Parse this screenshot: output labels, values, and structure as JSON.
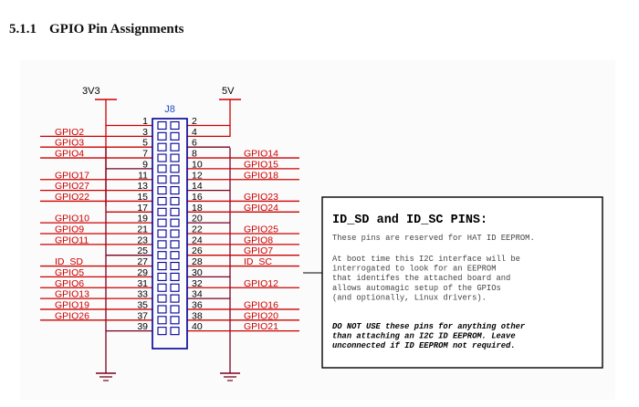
{
  "heading": {
    "number": "5.1.1",
    "title": "GPIO Pin Assignments"
  },
  "schematic": {
    "connector_ref": "J8",
    "left_power": "3V3",
    "right_power": "5V",
    "rows": [
      {
        "lp": "1",
        "rp": "2",
        "ls": "",
        "rs": ""
      },
      {
        "lp": "3",
        "rp": "4",
        "ls": "GPIO2",
        "rs": ""
      },
      {
        "lp": "5",
        "rp": "6",
        "ls": "GPIO3",
        "rs": ""
      },
      {
        "lp": "7",
        "rp": "8",
        "ls": "GPIO4",
        "rs": "GPIO14"
      },
      {
        "lp": "9",
        "rp": "10",
        "ls": "",
        "rs": "GPIO15"
      },
      {
        "lp": "11",
        "rp": "12",
        "ls": "GPIO17",
        "rs": "GPIO18"
      },
      {
        "lp": "13",
        "rp": "14",
        "ls": "GPIO27",
        "rs": ""
      },
      {
        "lp": "15",
        "rp": "16",
        "ls": "GPIO22",
        "rs": "GPIO23"
      },
      {
        "lp": "17",
        "rp": "18",
        "ls": "",
        "rs": "GPIO24"
      },
      {
        "lp": "19",
        "rp": "20",
        "ls": "GPIO10",
        "rs": ""
      },
      {
        "lp": "21",
        "rp": "22",
        "ls": "GPIO9",
        "rs": "GPIO25"
      },
      {
        "lp": "23",
        "rp": "24",
        "ls": "GPIO11",
        "rs": "GPIO8"
      },
      {
        "lp": "25",
        "rp": "26",
        "ls": "",
        "rs": "GPIO7"
      },
      {
        "lp": "27",
        "rp": "28",
        "ls": "ID_SD",
        "rs": "ID_SC"
      },
      {
        "lp": "29",
        "rp": "30",
        "ls": "GPIO5",
        "rs": ""
      },
      {
        "lp": "31",
        "rp": "32",
        "ls": "GPIO6",
        "rs": "GPIO12"
      },
      {
        "lp": "33",
        "rp": "34",
        "ls": "GPIO13",
        "rs": ""
      },
      {
        "lp": "35",
        "rp": "36",
        "ls": "GPIO19",
        "rs": "GPIO16"
      },
      {
        "lp": "37",
        "rp": "38",
        "ls": "GPIO26",
        "rs": "GPIO20"
      },
      {
        "lp": "39",
        "rp": "40",
        "ls": "",
        "rs": "GPIO21"
      }
    ],
    "left_3v3_pins": [
      "1",
      "17"
    ],
    "right_5v_pins": [
      "2",
      "4"
    ],
    "left_gnd_pins": [
      "9",
      "25",
      "39"
    ],
    "right_gnd_pins": [
      "6",
      "14",
      "20",
      "30",
      "34"
    ],
    "colors": {
      "signal": "#cc0000",
      "wire": "#7a0020",
      "pin_text": "#000000",
      "ref_text": "#1f4fbf",
      "box": "#000099"
    }
  },
  "note": {
    "title": "ID_SD and ID_SC PINS:",
    "para1": "These pins are reserved for HAT ID EEPROM.",
    "para2_lines": [
      "At boot time this I2C interface will be",
      "interrogated to look for an EEPROM",
      "that identifes the attached board and",
      "allows automagic setup of the GPIOs",
      "(and optionally, Linux drivers)."
    ],
    "para3_lines": [
      "DO NOT USE these pins for anything other",
      "than attaching an I2C ID EEPROM. Leave",
      "unconnected if ID EEPROM not required."
    ]
  }
}
